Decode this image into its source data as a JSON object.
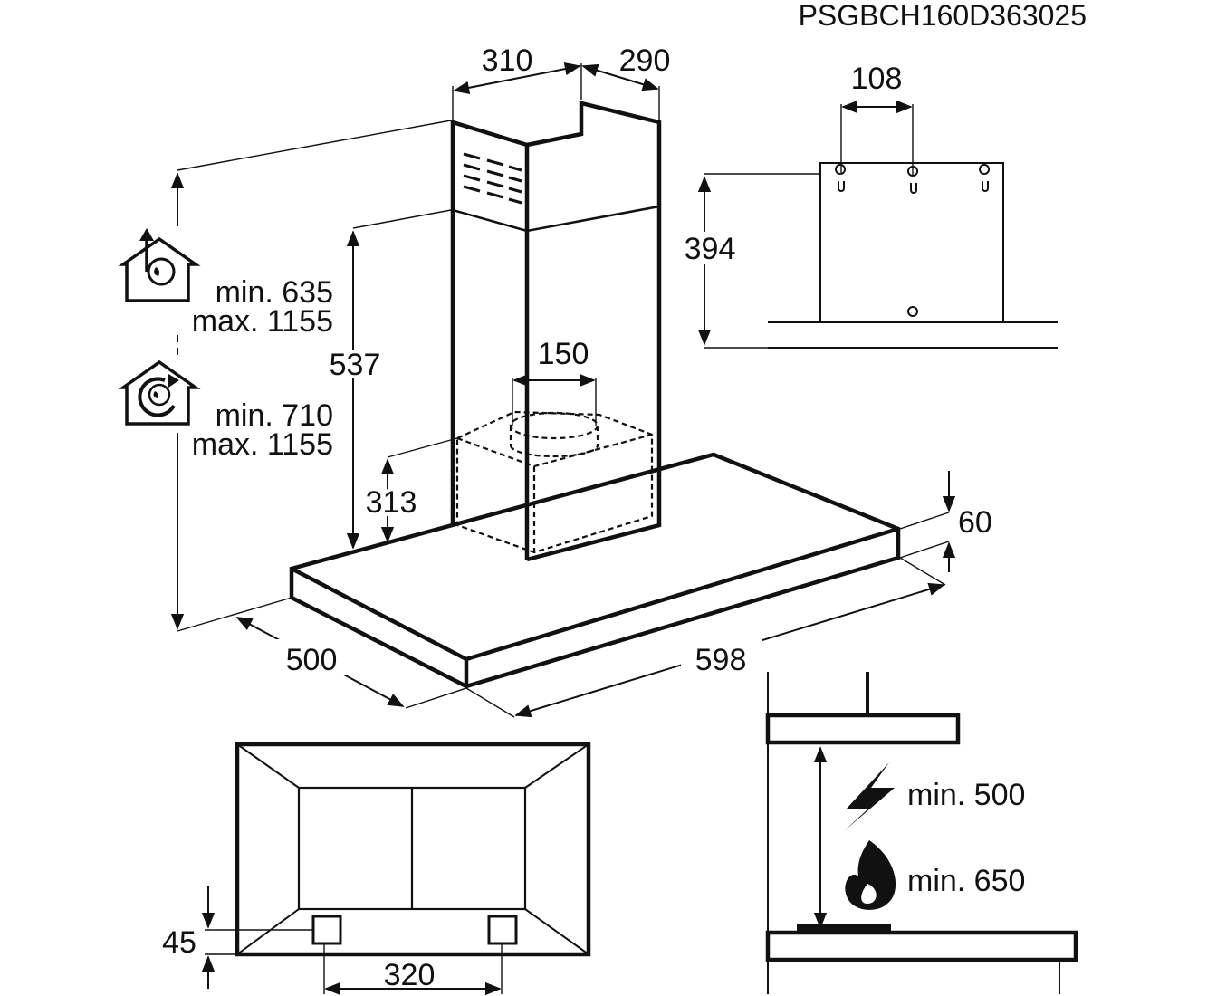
{
  "model_code": "PSGBCH160D363025",
  "dimensions": {
    "chimney_width": "310",
    "chimney_depth": "290",
    "mount_hole_spacing": "108",
    "mount_bracket_height": "394",
    "upper_chimney_height": "537",
    "outlet_diameter": "150",
    "motor_box_height": "313",
    "canopy_thickness": "60",
    "canopy_depth": "500",
    "canopy_width": "598",
    "filter_inset": "45",
    "light_spacing": "320"
  },
  "height_ranges": {
    "extraction_min": "min. 635",
    "extraction_max": "max. 1155",
    "recirculation_min": "min. 710",
    "recirculation_max": "max. 1155"
  },
  "clearances": {
    "electric_min": "min. 500",
    "gas_min": "min. 650"
  },
  "icons": {
    "extraction_mode": "house-extraction-icon",
    "recirculation_mode": "house-recirculation-icon",
    "electric_hob": "lightning-icon",
    "gas_hob": "flame-icon"
  }
}
